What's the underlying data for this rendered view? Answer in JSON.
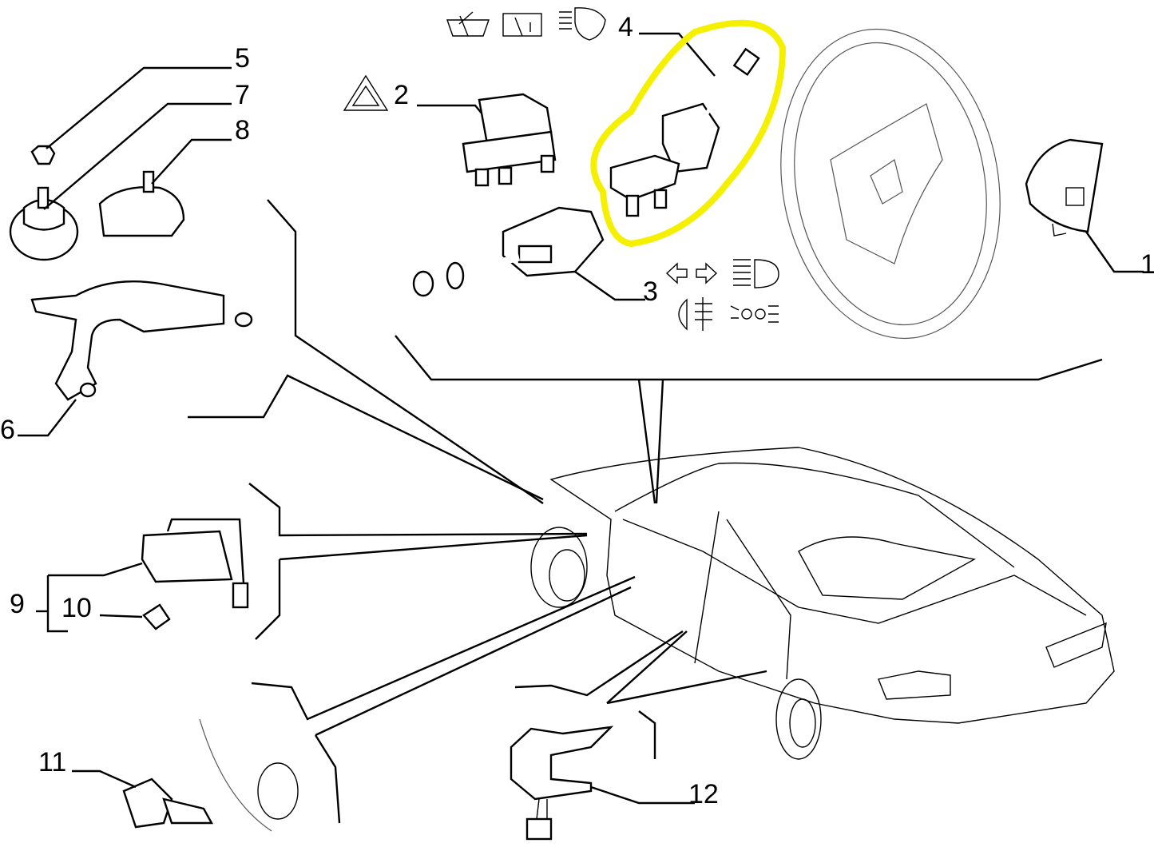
{
  "diagram": {
    "labels": {
      "p1": "1",
      "p2": "2",
      "p3": "3",
      "p4": "4",
      "p5": "5",
      "p6": "6",
      "p7": "7",
      "p8": "8",
      "p9": "9",
      "p10": "10",
      "p11": "11",
      "p12": "12"
    },
    "highlight_color": "#f5f000",
    "highlighted_part": "4"
  }
}
